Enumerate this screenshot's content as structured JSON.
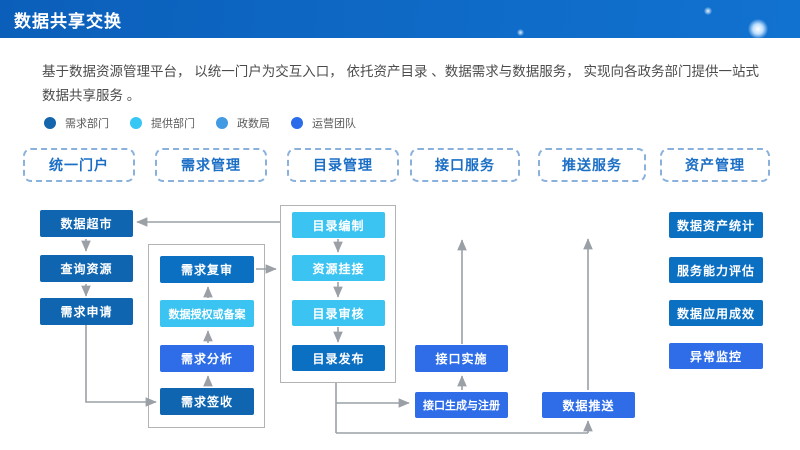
{
  "header": {
    "title": "数据共享交换"
  },
  "description": {
    "line1": "基于数据资源管理平台，  以统一门户为交互入口，  依托资产目录 、数据需求与数据服务，  实现向各政务部门提供一站式",
    "line2": "数据共享服务 。"
  },
  "legend": {
    "items": [
      {
        "label": "需求部门",
        "color": "#1565ad"
      },
      {
        "label": "提供部门",
        "color": "#38c6f4"
      },
      {
        "label": "政数局",
        "color": "#429ae3"
      },
      {
        "label": "运营团队",
        "color": "#2b6ceb"
      }
    ]
  },
  "columns": [
    "统一门户",
    "需求管理",
    "目录管理",
    "接口服务",
    "推送服务",
    "资产管理"
  ],
  "flow": {
    "portal": [
      "数据超市",
      "查询资源",
      "需求申请"
    ],
    "demand_group": [
      "需求复审",
      "数据授权或备案",
      "需求分析",
      "需求签收"
    ],
    "catalog_group": [
      "目录编制",
      "资源挂接",
      "目录审核",
      "目录发布"
    ],
    "interface": [
      "接口实施",
      "接口生成与注册"
    ],
    "push": [
      "数据推送"
    ],
    "asset": [
      "数据资产统计",
      "服务能力评估",
      "数据应用成效",
      "异常监控"
    ]
  },
  "colors": {
    "accent_header": "#0e6ac6",
    "demand_box": "#0f65b0",
    "provider_box": "#3bc4f2",
    "bureau_box": "#0c70c2",
    "ops_box": "#2e6ce8",
    "arrow": "#9aa0a6"
  }
}
